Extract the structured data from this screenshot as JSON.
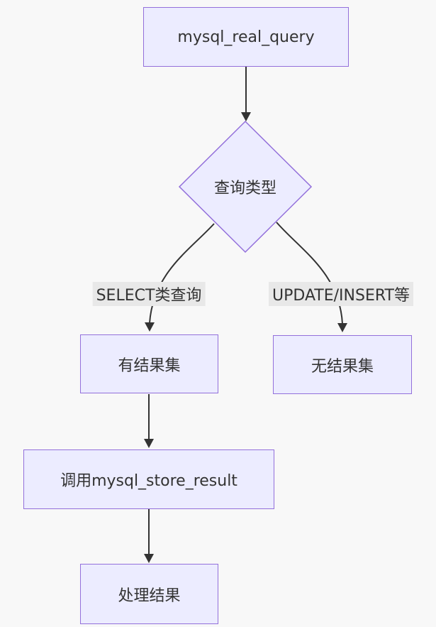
{
  "diagram": {
    "type": "flowchart",
    "direction": "top-down",
    "colors": {
      "background": "#f8f8f8",
      "node_fill": "#ECECFF",
      "node_border": "#9370DB",
      "node_text": "#333333",
      "edge_stroke": "#333333",
      "edge_label_background": "#e8e8e8"
    },
    "nodes": [
      {
        "id": "start",
        "shape": "rect",
        "label": "mysql_real_query"
      },
      {
        "id": "query_type",
        "shape": "diamond",
        "label": "查询类型"
      },
      {
        "id": "has_result",
        "shape": "rect",
        "label": "有结果集"
      },
      {
        "id": "no_result",
        "shape": "rect",
        "label": "无结果集"
      },
      {
        "id": "store_result",
        "shape": "rect",
        "label": "调用mysql_store_result"
      },
      {
        "id": "process_result",
        "shape": "rect",
        "label": "处理结果"
      }
    ],
    "edges": [
      {
        "from": "start",
        "to": "query_type"
      },
      {
        "from": "query_type",
        "to": "has_result",
        "label": "SELECT类查询"
      },
      {
        "from": "query_type",
        "to": "no_result",
        "label": "UPDATE/INSERT等"
      },
      {
        "from": "has_result",
        "to": "store_result"
      },
      {
        "from": "store_result",
        "to": "process_result"
      }
    ]
  }
}
